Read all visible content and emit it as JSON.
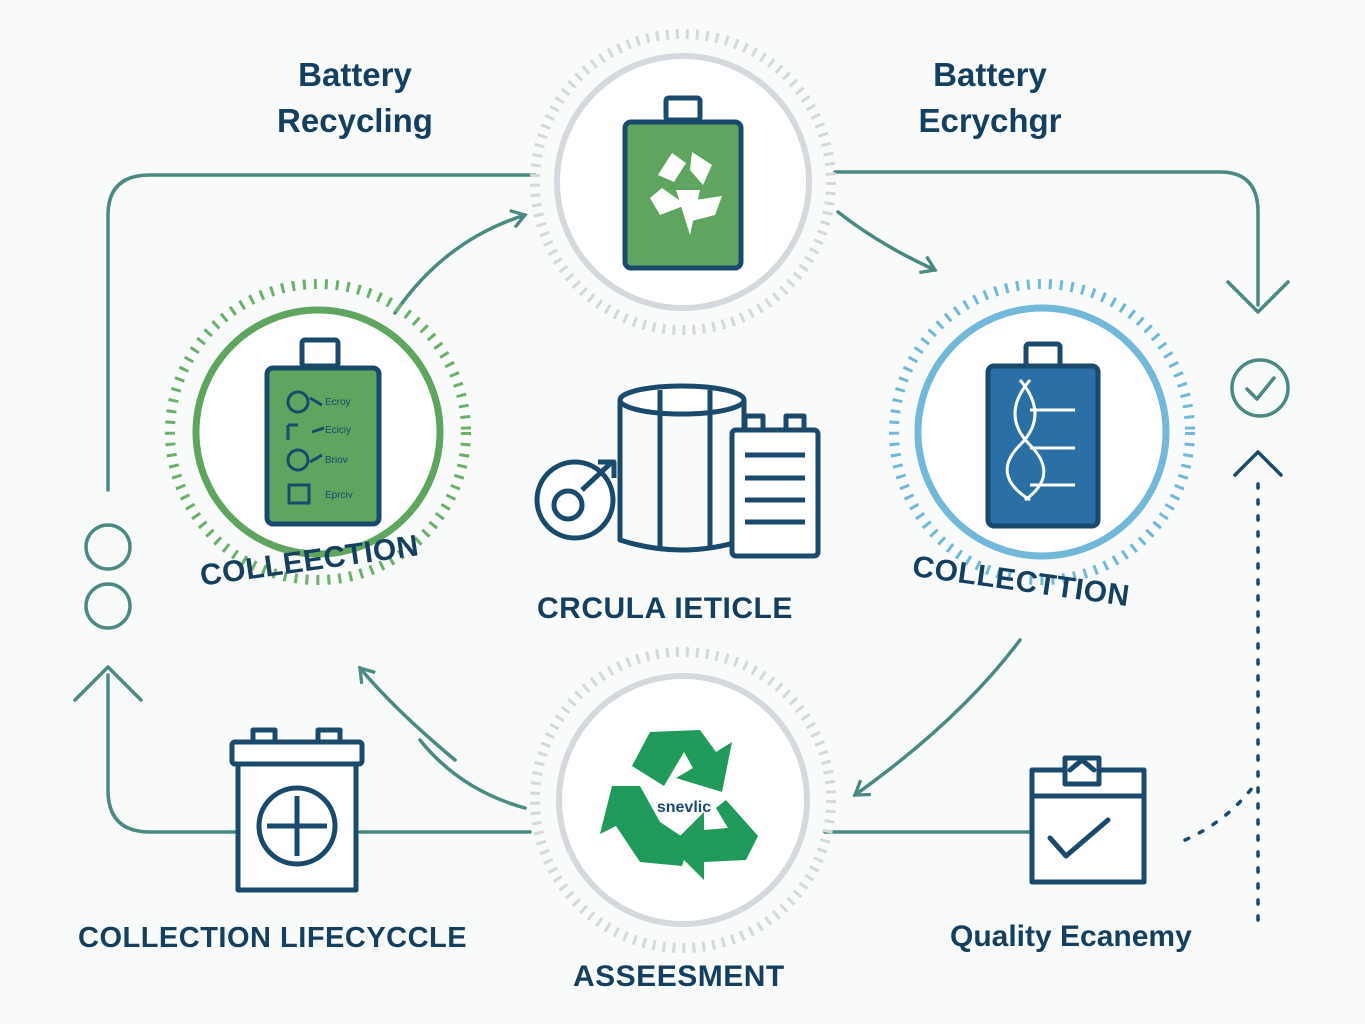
{
  "header_left": {
    "line1": "Battery",
    "line2": "Recycling"
  },
  "header_right": {
    "line1": "Battery",
    "line2": "Ecrychgr"
  },
  "node_left_caption": "COLLEECTION",
  "node_right_caption": "COLLECTTION",
  "center_caption": "CRCULA IETICLE",
  "bottom_caption": "ASSEESMENT",
  "bottom_left_caption": "COLLECTION LIFECYCCLE",
  "bottom_right_caption": "Quality Ecanemy",
  "recycle_symbol_text": "snevlic",
  "checklist_items": [
    "Ecroy",
    "Eciciy",
    "Briov",
    "Eprciv"
  ],
  "colors": {
    "navy": "#1a4a6b",
    "teal": "#4a8a82",
    "green": "#5fa55f",
    "green_light": "#6bb06b",
    "green_recycle": "#1f9a5a",
    "blue": "#2a6fa5",
    "blue_ring": "#72b8d8",
    "gray_ring": "#d5d8dc"
  }
}
